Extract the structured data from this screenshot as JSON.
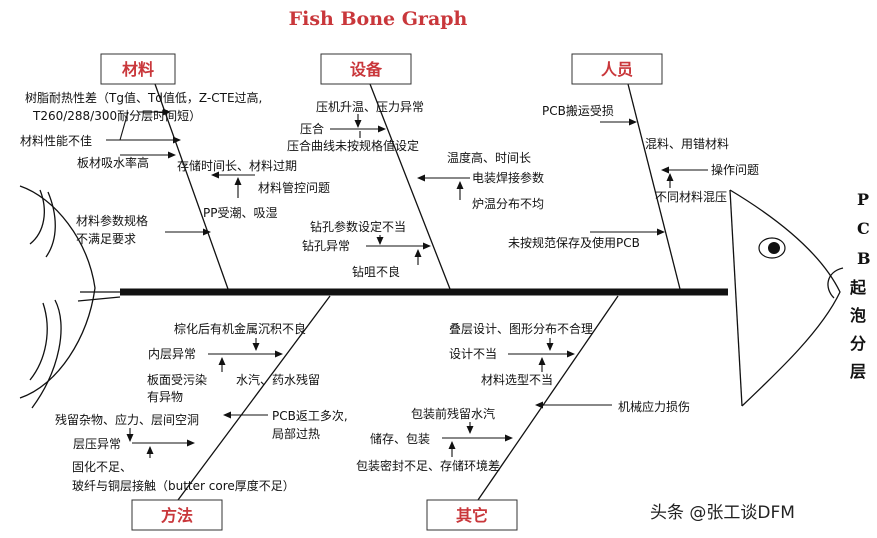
{
  "title": "Fish Bone Graph",
  "head_label_latin": [
    "P",
    "C",
    "B"
  ],
  "head_label_cn": [
    "起",
    "泡",
    "分",
    "层"
  ],
  "categories": {
    "materials": "材料",
    "equipment": "设备",
    "personnel": "人员",
    "method": "方法",
    "other": "其它"
  },
  "causes": {
    "materials": {
      "c1a": "树脂耐热性差（Tg值、Td值低，Z-CTE过高,",
      "c1b": "T260/288/300耐分层时间短）",
      "c2": "材料性能不佳",
      "c3": "板材吸水率高",
      "c4": "存储时间长、材料过期",
      "c5": "材料管控问题",
      "c6": "PP受潮、吸湿",
      "c7a": "材料参数规格",
      "c7b": "不满足要求"
    },
    "equipment": {
      "c1": "压机升温、压力异常",
      "c2": "压合",
      "c3": "压合曲线未按规格值设定",
      "c4": "温度高、时间长",
      "c5": "电装焊接参数",
      "c6": "炉温分布不均",
      "c7": "钻孔参数设定不当",
      "c8": "钻孔异常",
      "c9": "钻咀不良"
    },
    "personnel": {
      "c1": "PCB搬运受损",
      "c2": "混料、用错材料",
      "c3": "操作问题",
      "c4": "不同材料混压",
      "c5": "未按规范保存及使用PCB"
    },
    "method": {
      "c1": "棕化后有机金属沉积不良",
      "c2": "内层异常",
      "c3a": "板面受污染",
      "c3b": "有异物",
      "c4": "水汽、药水残留",
      "c5": "残留杂物、应力、层间空洞",
      "c6a": "PCB返工多次,",
      "c6b": "局部过热",
      "c7": "层压异常",
      "c8": "固化不足、",
      "c9": "玻纤与铜层接触（butter core厚度不足）"
    },
    "other": {
      "c1": "叠层设计、图形分布不合理",
      "c2": "设计不当",
      "c3": "材料选型不当",
      "c4": "机械应力损伤",
      "c5": "包装前残留水汽",
      "c6": "储存、包装",
      "c7": "包装密封不足、存储环境差"
    }
  },
  "watermark": "头条 @张工谈DFM"
}
